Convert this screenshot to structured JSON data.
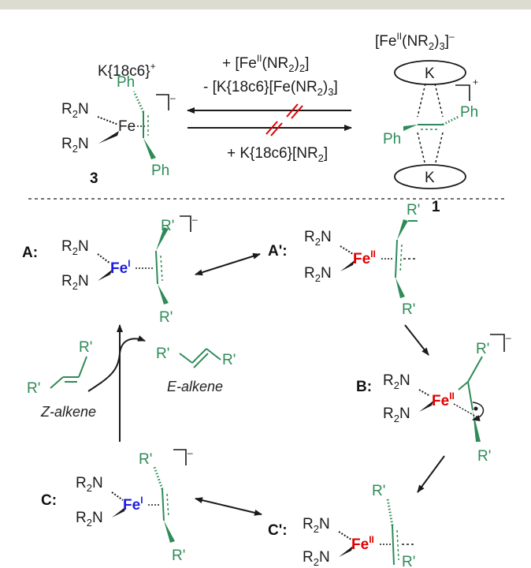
{
  "colors": {
    "ink": "#1a1a1a",
    "green": "#2e8b57",
    "red": "#e00000",
    "blue": "#1c1ce0",
    "top_band": "#dcdcd0"
  },
  "top": {
    "cpd3_cation": "K{18c6}",
    "cpd3_label": "3",
    "cpd1_label": "1",
    "cpd1_anion": "[Fe",
    "k_ion": "K",
    "ph": "Ph",
    "r2n": "R",
    "fe": "Fe",
    "reagent_add": "+ [Fe",
    "reagent_remove": "- [K{18c6}[Fe(NR",
    "reagent_bottom": "+ K{18c6}[NR"
  },
  "bottom": {
    "label_A": "A:",
    "label_A_prime": "A':",
    "label_B": "B:",
    "label_C": "C:",
    "label_C_prime": "C':",
    "fe_I": "Fe",
    "fe_II": "Fe",
    "ox_I": "I",
    "ox_II": "II",
    "r_prime": "R'",
    "z_alkene": "Z-alkene",
    "e_alkene": "E-alkene"
  }
}
